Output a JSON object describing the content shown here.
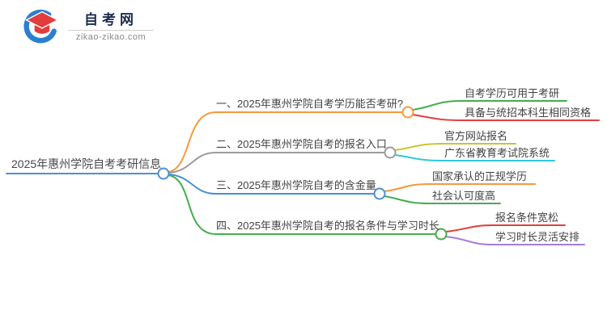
{
  "logo": {
    "title": "自考网",
    "domain": "zikao-zikao.com",
    "icon": "graduation-cap-icon",
    "cap_color": "#e23c3c",
    "ring_color": "#2a7fd0"
  },
  "mindmap": {
    "root": {
      "label": "2025年惠州学院自考考研信息",
      "color": "#4a90d5"
    },
    "branches": [
      {
        "label": "一、2025年惠州学院自考学历能否考研?",
        "color": "#f5993d",
        "children": [
          {
            "label": "自考学历可用于考研",
            "color": "#44ad4c"
          },
          {
            "label": "具备与统招本科生相同资格",
            "color": "#e23d3d"
          }
        ]
      },
      {
        "label": "二、2025年惠州学院自考的报名入口",
        "color": "#9b9b9b",
        "children": [
          {
            "label": "官方网站报名",
            "color": "#c4c734"
          },
          {
            "label": "广东省教育考试院系统",
            "color": "#30c7dc"
          }
        ]
      },
      {
        "label": "三、2025年惠州学院自考的含金量",
        "color": "#4a90d5",
        "children": [
          {
            "label": "国家承认的正规学历",
            "color": "#f5993d"
          },
          {
            "label": "社会认可度高",
            "color": "#44ad4c"
          }
        ]
      },
      {
        "label": "四、2025年惠州学院自考的报名条件与学习时长",
        "color": "#44ad4c",
        "children": [
          {
            "label": "报名条件宽松",
            "color": "#e23d3d"
          },
          {
            "label": "学习时长灵活安排",
            "color": "#a87bd8"
          }
        ]
      }
    ]
  }
}
